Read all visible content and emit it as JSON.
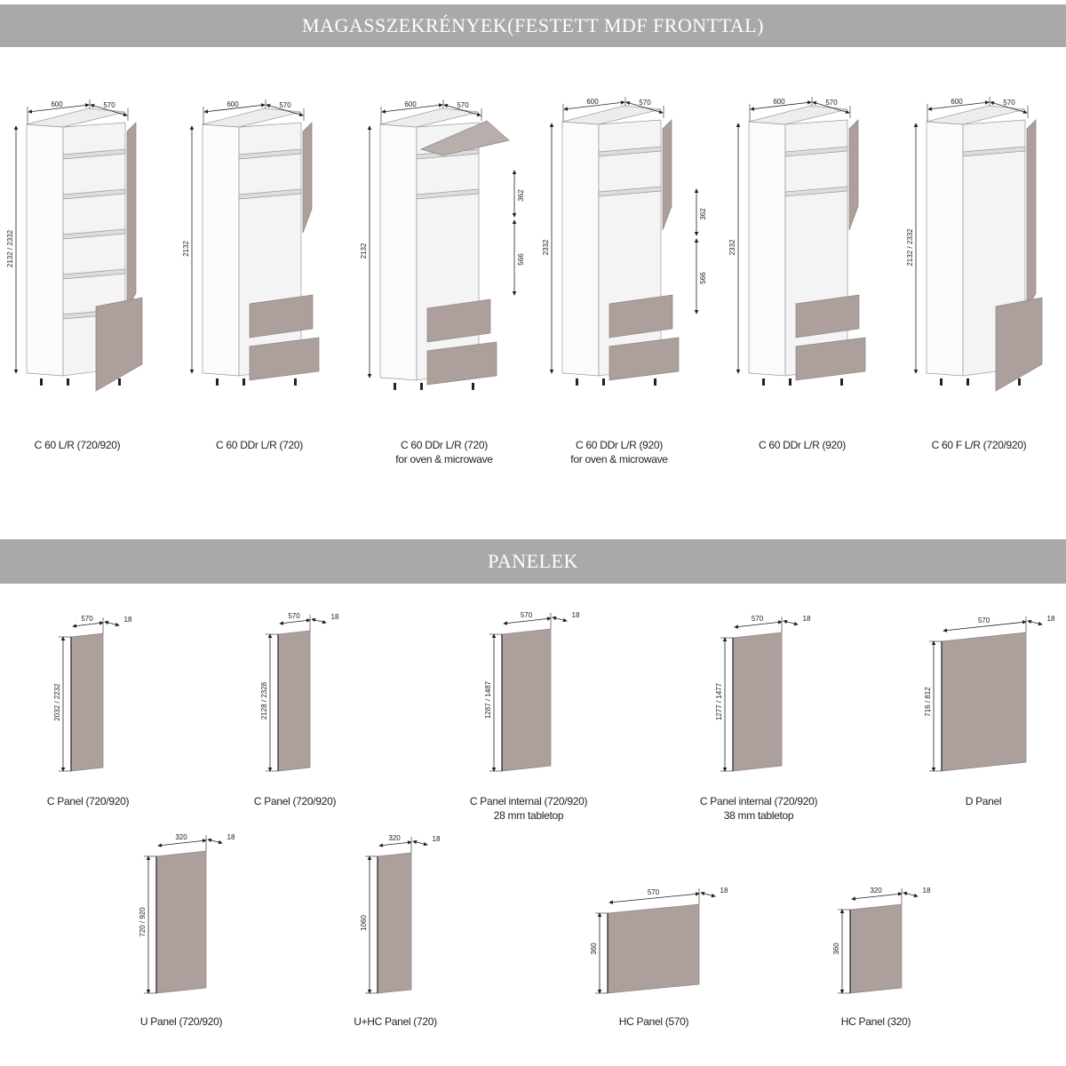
{
  "sections": {
    "tall_cabinets_title": "MAGASSZEKRÉNYEK(FESTETT MDF FRONTTAL)",
    "panels_title": "PANELEK"
  },
  "colors": {
    "band": "#a7a9ab",
    "front": "#ad9f9c",
    "carcass": "#f2f2f2"
  },
  "cabinets": [
    {
      "caption": "C 60 L/R (720/920)",
      "sub": "",
      "w": "600",
      "d": "570",
      "h": "2132 / 2332"
    },
    {
      "caption": "C 60 DDr L/R (720)",
      "sub": "",
      "w": "600",
      "d": "570",
      "h": "2132"
    },
    {
      "caption": "C 60 DDr L/R (720)",
      "sub": "for oven & microwave",
      "w": "600",
      "d": "570",
      "h": "2132",
      "gap_top": "362",
      "gap_bottom": "566"
    },
    {
      "caption": "C 60 DDr L/R (920)",
      "sub": "for oven & microwave",
      "w": "600",
      "d": "570",
      "h": "2332",
      "gap_top": "362",
      "gap_bottom": "566"
    },
    {
      "caption": "C 60 DDr L/R (920)",
      "sub": "",
      "w": "600",
      "d": "570",
      "h": "2332"
    },
    {
      "caption": "C 60 F L/R (720/920)",
      "sub": "",
      "w": "600",
      "d": "570",
      "h": "2132 / 2332"
    }
  ],
  "panels": [
    {
      "caption": "C Panel (720/920)",
      "sub": "",
      "w": "570",
      "t": "18",
      "h": "2032 / 2232"
    },
    {
      "caption": "C Panel (720/920)",
      "sub": "",
      "w": "570",
      "t": "18",
      "h": "2128 / 2328"
    },
    {
      "caption": "C Panel internal (720/920)",
      "sub": "28 mm tabletop",
      "w": "570",
      "t": "18",
      "h": "1287 / 1487"
    },
    {
      "caption": "C Panel internal (720/920)",
      "sub": "38 mm tabletop",
      "w": "570",
      "t": "18",
      "h": "1277 / 1477"
    },
    {
      "caption": "D Panel",
      "sub": "",
      "w": "570",
      "t": "18",
      "h": "716 / 812"
    },
    {
      "caption": "U Panel (720/920)",
      "sub": "",
      "w": "320",
      "t": "18",
      "h": "720 / 920"
    },
    {
      "caption": "U+HC Panel (720)",
      "sub": "",
      "w": "320",
      "t": "18",
      "h": "1060"
    },
    {
      "caption": "HC Panel (570)",
      "sub": "",
      "w": "570",
      "t": "18",
      "h": "360"
    },
    {
      "caption": "HC Panel (320)",
      "sub": "",
      "w": "320",
      "t": "18",
      "h": "360"
    }
  ]
}
